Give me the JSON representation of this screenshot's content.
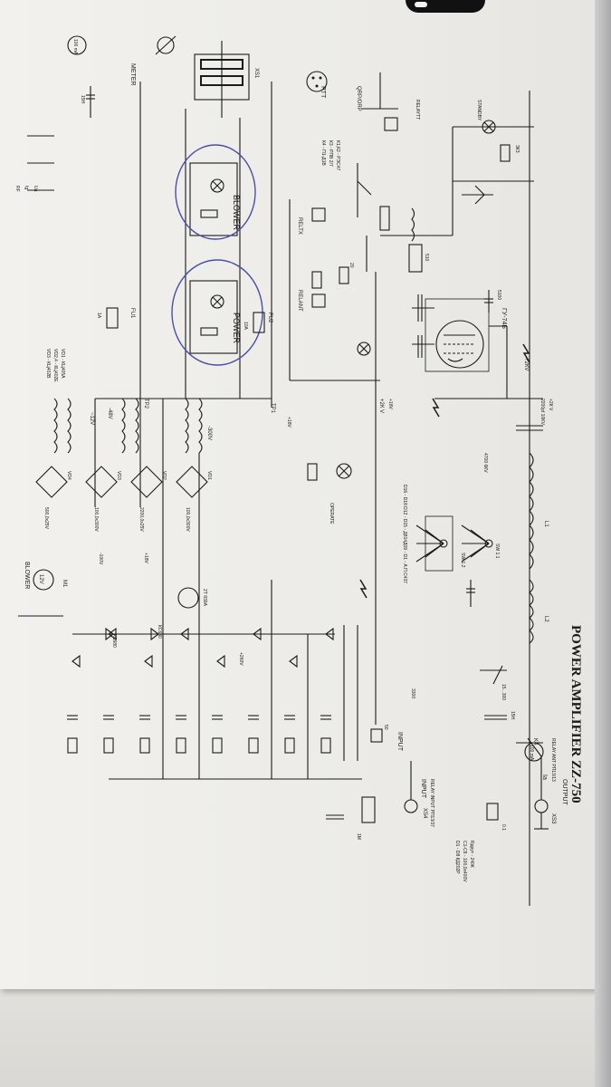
{
  "title": "POWER AMPLIFIER ZZ-750",
  "sections": {
    "output": "OUTPUT",
    "xs3": "XS3",
    "relay_ant": "RELAY ANT РП13/13",
    "input": "INPUT",
    "xs4": "XS4",
    "relay_input": "RELAY INPUT РП13/37",
    "input_small": "INPUT",
    "tube": "ГУ-74Б",
    "blower_box": "BLOWER",
    "power_box": "POWER",
    "standby": "STANDBY",
    "relaytt": "RELAYTТ",
    "qrp": "QRP/ORP",
    "ptt": "PTT",
    "meter": "METER",
    "blower_motor": "BLOWER",
    "operate": "OPERATE"
  },
  "labels": {
    "hv1": "+2К V",
    "hv2": "+2КV",
    "hv3": "+2К V",
    "ant_relay": "K4",
    "relay_cap": "2200pf 10KV",
    "l1": "L1",
    "l2": "L2",
    "sw11": "SW 1.1",
    "sw12": "SW 1.2",
    "c2700": "4700 6КV",
    "c15": "15...300",
    "diodes_note": "D16 - D18 D12 - D15 - Д814Д09 - D1 - А.П.С437",
    "rad_note": "Rдрут - 240К",
    "caps_note": "C1-C8 - 100,0x400V",
    "diodes_note2": "D1 - D8 КД202Р",
    "vd_note1": "VD1 - КЦ405А",
    "vd_note2": "VD2,4 - КЦ402Е",
    "vd_note3": "VD3 - КЦ402В",
    "relay_note1": "К1,К2 - РЭС47",
    "relay_note2": "К3 - РПВ 2/7",
    "relay_note3": "К4 - П1-Д1В",
    "tr1": "TP1",
    "tr2": "TP2",
    "fu1": "FU1",
    "fu1_val": "1А",
    "fu2": "FU2",
    "fu2_val": "10А",
    "transistor": "2Т 839А",
    "kc630": "КС630",
    "kc680": "КС680",
    "m1": "M1",
    "m1_val": "12V",
    "ia": "Ia",
    "meter_val": "100 mA",
    "xs5": "XS5",
    "xs1": "XS1",
    "xs2": "XS2",
    "v300": "-300V",
    "v48": "-48V",
    "v12": "~12V",
    "v100": "-100V",
    "v18": "+18V",
    "v260": "+260V",
    "ua": "Ua",
    "ig": "Ig",
    "rf": "RF",
    "r3k3": "3К3",
    "r510": "510",
    "r20": "20",
    "r50": "50",
    "r15h": "15H",
    "r1m": "1M",
    "r0_1": "0.1",
    "relaytx": "RELTX",
    "relant": "RELANT",
    "c5100": "5100",
    "c3300": "3300",
    "cap100": "100,0x400V",
    "cap2200": "2200,0x25V",
    "cap500": "500,0x25V",
    "cap1000": "100,0x300V"
  },
  "colors": {
    "paper": "#eeede9",
    "ink": "#1b1b1b",
    "pen": "#4a4fa8",
    "table": "#c6c1b7"
  }
}
